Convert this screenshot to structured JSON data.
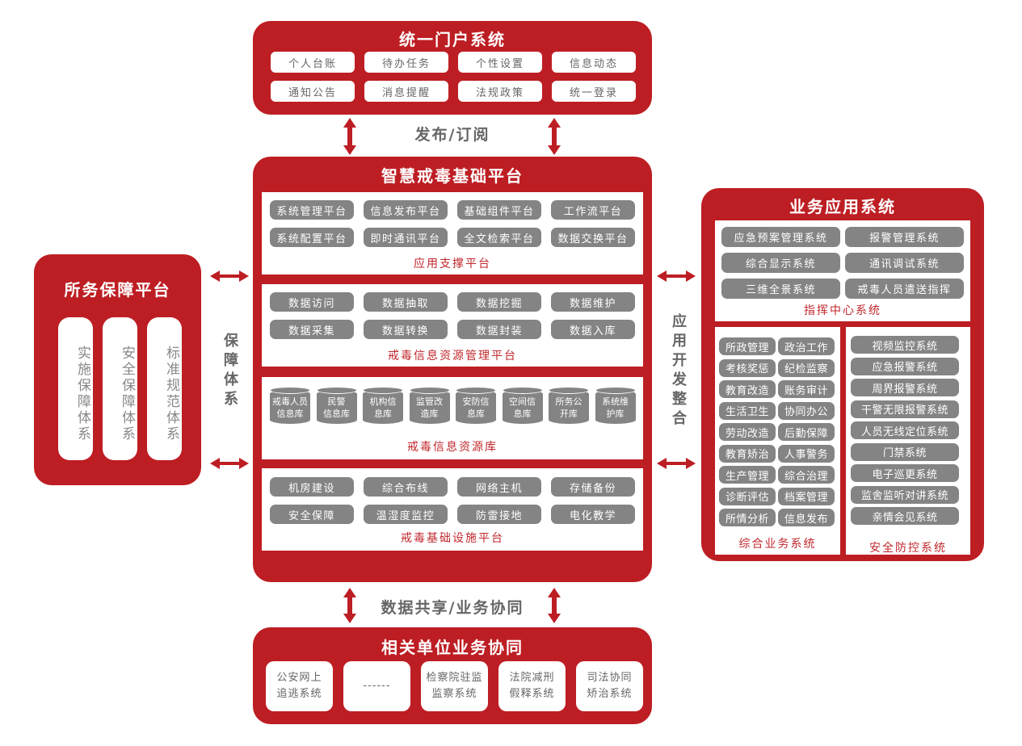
{
  "portal": {
    "title": "统一门户系统",
    "items": [
      "个人台账",
      "待办任务",
      "个性设置",
      "信息动态",
      "通知公告",
      "消息提醒",
      "法规政策",
      "统一登录"
    ]
  },
  "connector_top": "发布/订阅",
  "base_platform": {
    "title": "智慧戒毒基础平台",
    "app_support": {
      "items": [
        "系统管理平台",
        "信息发布平台",
        "基础组件平台",
        "工作流平台",
        "系统配置平台",
        "即时通讯平台",
        "全文检索平台",
        "数据交换平台"
      ],
      "caption": "应用支撑平台"
    },
    "resource_mgmt": {
      "items": [
        "数据访问",
        "数据抽取",
        "数据挖掘",
        "数据维护",
        "数据采集",
        "数据转换",
        "数据封装",
        "数据入库"
      ],
      "caption": "戒毒信息资源管理平台"
    },
    "resource_db": {
      "items": [
        "戒毒人员\n信息库",
        "民警\n信息库",
        "机构信\n息库",
        "监管改\n造库",
        "安防信\n息库",
        "空间信\n息库",
        "所务公\n开库",
        "系统维\n护库"
      ],
      "caption": "戒毒信息资源库"
    },
    "infrastructure": {
      "items": [
        "机房建设",
        "综合布线",
        "网络主机",
        "存储备份",
        "安全保障",
        "温湿度监控",
        "防雷接地",
        "电化教学"
      ],
      "caption": "戒毒基础设施平台"
    }
  },
  "connector_bottom": "数据共享/业务协同",
  "collaboration": {
    "title": "相关单位业务协同",
    "items": [
      "公安网上\n追逃系统",
      "------",
      "检察院驻监\n监察系统",
      "法院减刑\n假释系统",
      "司法协同\n矫治系统"
    ]
  },
  "support_platform": {
    "title": "所务保障平台",
    "items": [
      "实施保障体系",
      "安全保障体系",
      "标准规范体系"
    ]
  },
  "connector_left": "保障体系",
  "connector_right": "应用开发整合",
  "business_apps": {
    "title": "业务应用系统",
    "command_center": {
      "items": [
        "应急预案管理系统",
        "报警管理系统",
        "综合显示系统",
        "通讯调试系统",
        "三维全景系统",
        "戒毒人员遣送指挥"
      ],
      "caption": "指挥中心系统"
    },
    "integrated": {
      "items": [
        "所政管理",
        "政治工作",
        "考核奖惩",
        "纪检监察",
        "教育改造",
        "账务审计",
        "生活卫生",
        "协同办公",
        "劳动改造",
        "后勤保障",
        "教育矫治",
        "人事警务",
        "生产管理",
        "综合治理",
        "诊断评估",
        "档案管理",
        "所情分析",
        "信息发布"
      ],
      "caption": "综合业务系统"
    },
    "security": {
      "items": [
        "视频监控系统",
        "应急报警系统",
        "周界报警系统",
        "干警无限报警系统",
        "人员无线定位系统",
        "门禁系统",
        "电子巡更系统",
        "监舍监听对讲系统",
        "亲情会见系统"
      ],
      "caption": "安全防控系统"
    }
  },
  "colors": {
    "brand_red": "#bd1e23",
    "pill_gray": "#848484",
    "caption_red": "#c0272d",
    "label_gray": "#666666"
  }
}
